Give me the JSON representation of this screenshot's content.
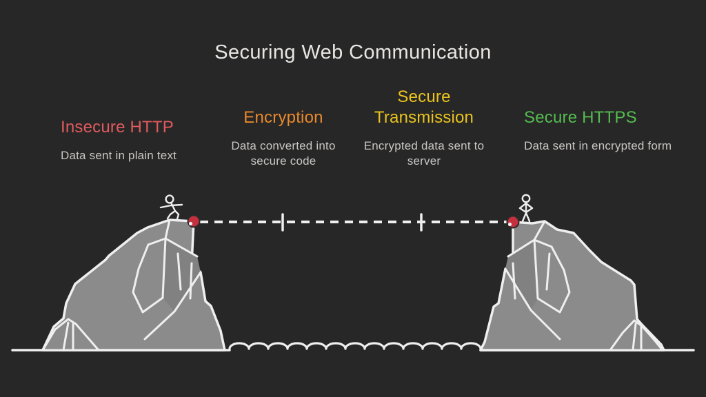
{
  "title": "Securing Web Communication",
  "steps": [
    {
      "label": "Insecure HTTP",
      "description": "Data sent in plain text",
      "color": "#e15b5e"
    },
    {
      "label": "Encryption",
      "description": "Data converted into secure code",
      "color": "#e8892d"
    },
    {
      "label": "Secure Transmission",
      "description": "Encrypted data sent to server",
      "color": "#eac31e"
    },
    {
      "label": "Secure HTTPS",
      "description": "Data sent in encrypted form",
      "color": "#54bc50"
    }
  ],
  "text_colors": {
    "title": "#e8e6e3",
    "body": "#c9c7c4"
  },
  "illustration": {
    "left_figure": "stick-figure-pushing-ball-icon",
    "right_figure": "stick-figure-standing-icon",
    "connection": "dashed-rope-with-two-checkpoint-ticks",
    "background": "#272727",
    "outline_color": "#efefef",
    "cliff_fill": "#8b8b8b",
    "cliff_shade": "#818181",
    "ball_color": "#c5303f"
  }
}
